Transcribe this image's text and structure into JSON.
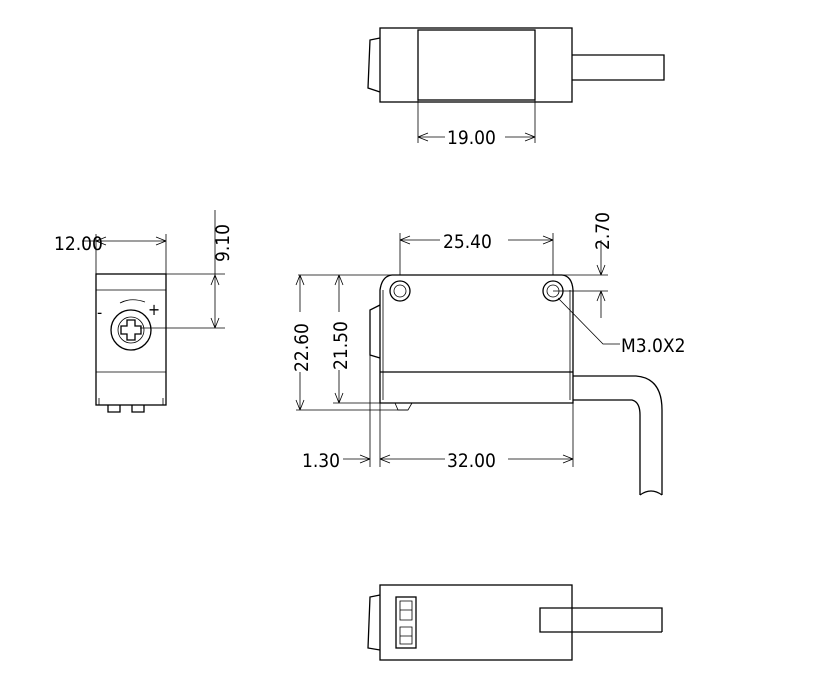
{
  "title": "Photoelectric sensor dimension drawing",
  "dimensions": {
    "top_width": "19.00",
    "side_width": "12.00",
    "side_adjuster_offset": "9.10",
    "hole_spacing": "25.40",
    "hole_offset": "2.70",
    "height_total": "22.60",
    "height_body": "21.50",
    "lens_offset": "1.30",
    "length": "32.00",
    "mount_holes": "M3.0X2"
  },
  "side_view": {
    "minus_symbol": "-",
    "plus_symbol": "+"
  },
  "colors": {
    "line": "#000000",
    "background": "#ffffff"
  }
}
